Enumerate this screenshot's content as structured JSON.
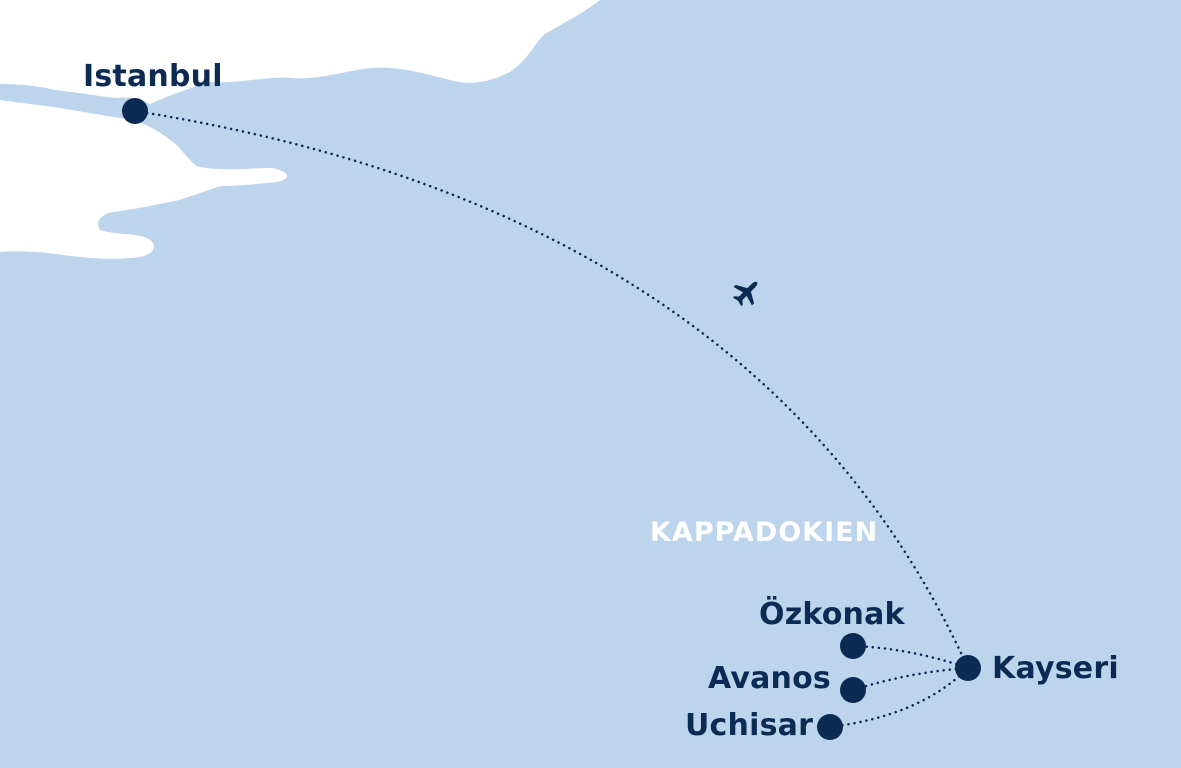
{
  "map": {
    "colors": {
      "water": "#bcd5ec",
      "land": "#ffffff",
      "marker": "#0b2b55",
      "route": "#0b2b55",
      "region_label": "#ffffff"
    },
    "region_label": "KAPPADOKIEN",
    "cities": {
      "istanbul": "Istanbul",
      "kayseri": "Kayseri",
      "ozkonak": "Özkonak",
      "avanos": "Avanos",
      "uchisar": "Uchisar"
    },
    "icons": {
      "flight": "airplane-icon"
    }
  }
}
